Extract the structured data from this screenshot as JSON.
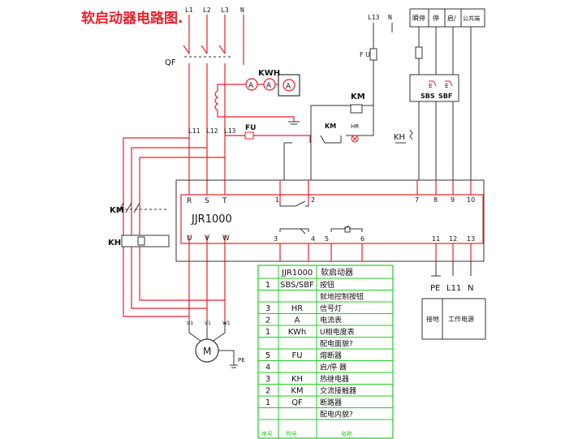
{
  "title": "软启动器电路图.",
  "mains": {
    "l1": "L1",
    "l2": "L2",
    "l3": "L3",
    "n": "N"
  },
  "labels": {
    "qf": "QF",
    "kwh": "KWH",
    "fu": "FU",
    "km_left": "KM",
    "kh_left": "KH",
    "l11": "L11",
    "l12": "L12",
    "l13": "L13",
    "l13_top": "L13",
    "n_top": "N",
    "fu_ctrl": "F U",
    "km_coil": "KM",
    "km_contact": "KM",
    "hr": "HR",
    "kh_contact": "KH",
    "sbs": "SBS",
    "sbf": "SBF",
    "e1": "E",
    "e2": "E",
    "model": "JJR1000",
    "r": "R",
    "s": "S",
    "t": "T",
    "u": "U",
    "v": "V",
    "w": "W",
    "u1": "U1",
    "v1": "V1",
    "w1": "W1",
    "motor": "M",
    "pe_motor": "PE",
    "pe_out": "PE",
    "l11_out": "L11",
    "n_out": "N"
  },
  "meters": {
    "a1": "A",
    "a2": "A",
    "a3": "A"
  },
  "ctrl_header": [
    "瞬停",
    "停",
    "启/",
    "公共端"
  ],
  "terminals": {
    "t1": "1",
    "t2": "2",
    "t3": "3",
    "t4": "4",
    "t5": "5",
    "t6": "6",
    "t7": "7",
    "t8": "8",
    "t9": "9",
    "t10": "10",
    "t11": "11",
    "t12": "12",
    "t13": "13"
  },
  "side_box": [
    "接地",
    "工作电源"
  ],
  "bom": {
    "header": [
      "JJR1000",
      "软启动器"
    ],
    "rows": [
      [
        "1",
        "SBS/SBF",
        "按钮"
      ],
      [
        "",
        "",
        "就地控制按钮"
      ],
      [
        "3",
        "HR",
        "信号灯"
      ],
      [
        "2",
        "A",
        "电流表"
      ],
      [
        "1",
        "KWh",
        "U相电度表"
      ],
      [
        "",
        "",
        "配电面貌?"
      ],
      [
        "5",
        "FU",
        "熔断器"
      ],
      [
        "4",
        "",
        "启/停 器"
      ],
      [
        "3",
        "KH",
        "热继电器"
      ],
      [
        "2",
        "KM",
        "交流接触器"
      ],
      [
        "1",
        "QF",
        "断路器"
      ],
      [
        "",
        "",
        "配电内貌?"
      ]
    ],
    "footer": [
      "序号",
      "符号",
      "名称"
    ]
  },
  "colors": {
    "red": "#e8202a",
    "dark": "#333333",
    "green": "#22cc22"
  }
}
